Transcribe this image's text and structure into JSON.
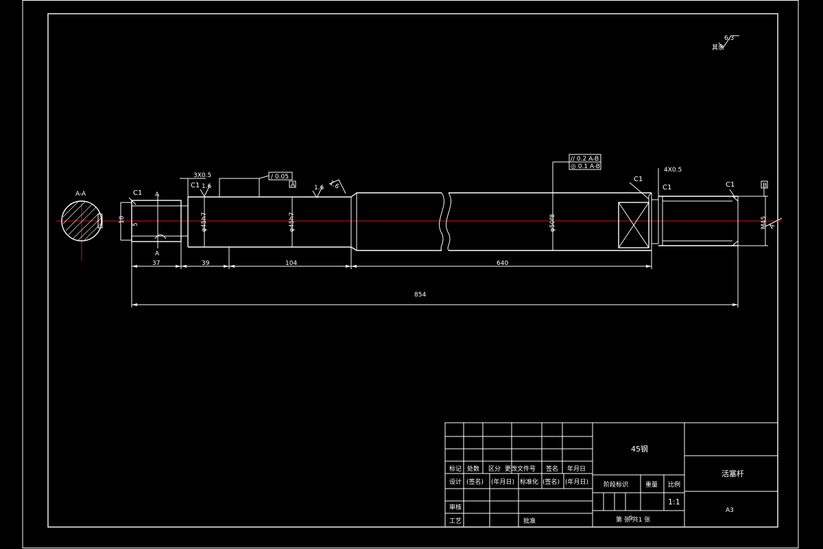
{
  "drawing": {
    "roughness": {
      "value": "6.3",
      "label": "其余"
    },
    "section": {
      "label": "A-A"
    },
    "section_marks": {
      "top": "A",
      "bottom": "A"
    },
    "chamfers": {
      "left": "C1",
      "left2": "C1",
      "right1": "C1",
      "right2": "C1",
      "right3": "C1"
    },
    "groove_left": "3X0.5",
    "groove_right": "4X0.5",
    "surface_marks": {
      "r1": "1.6",
      "r2": "1.6",
      "r3": "1.6"
    },
    "tolerance_box_left": "/ 0.05",
    "datum_a": "A",
    "datum_b": "B",
    "tol_right_1": "// 0.2 A-B",
    "tol_right_2": "◎ 0.1 A-B",
    "diameters": {
      "d1": "φ45h7",
      "d2": "φ45h7",
      "d3": "φ50f8",
      "key": "18",
      "keyw": "5",
      "thread": "M45",
      "end": "A"
    },
    "dims": {
      "d37": "37",
      "d39": "39",
      "d104": "104",
      "d640": "640",
      "d854": "854"
    }
  },
  "title_block": {
    "material": "45钢",
    "part_name": "活塞杆",
    "paper": "A3",
    "row_headers": [
      "标记",
      "处数",
      "区分",
      "更改文件号",
      "签名",
      "年月日"
    ],
    "row_design": [
      "设计",
      "(签名)",
      "(年月日)",
      "标准化",
      "(签名)",
      "(年月日)"
    ],
    "review": "审核",
    "process": "工艺",
    "approve": "批准",
    "stage_label": "阶段标识",
    "weight_label": "重量",
    "scale_label": "比例",
    "scale": "1:1",
    "sheet_info": "第  张  共1  张",
    "sheet_no": "9"
  }
}
